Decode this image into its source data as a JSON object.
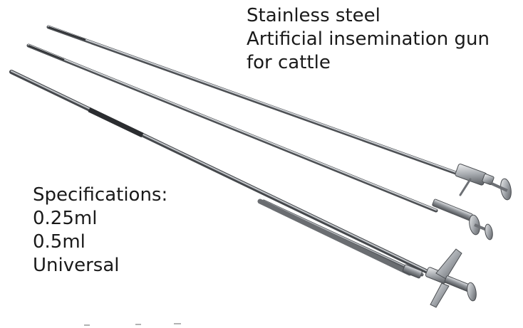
{
  "title": {
    "line1": "Stainless steel",
    "line2": "Artificial insemination gun",
    "line3": "for cattle"
  },
  "specifications": {
    "heading": "Specifications:",
    "items": [
      "0.25ml",
      "0.5ml",
      "Universal"
    ]
  },
  "colors": {
    "steel_dark": "#5c5f63",
    "steel_mid": "#9a9ea3",
    "steel_light": "#d9dcdf",
    "text": "#1a1a1a"
  }
}
